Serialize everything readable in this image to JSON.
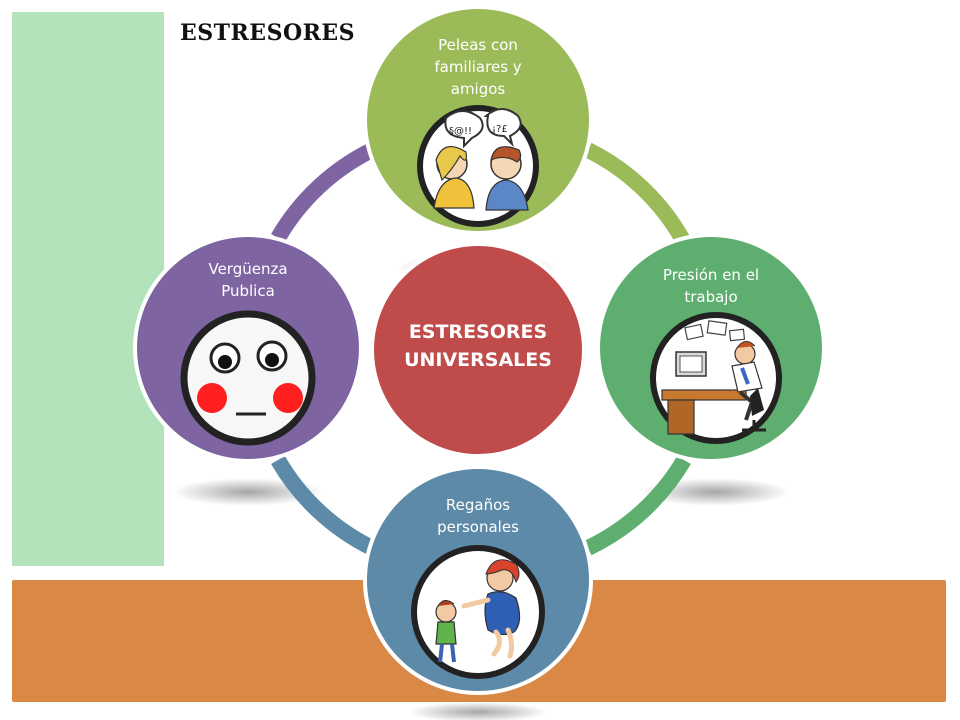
{
  "title": "ESTRESORES",
  "colors": {
    "green_bar": "#b2e3bb",
    "orange_band": "#d98845",
    "center": "#bf4b4b",
    "top_node": "#9bbb59",
    "right_node": "#5eae6f",
    "bottom_node": "#5d8aa9",
    "left_node": "#7f64a2"
  },
  "center": {
    "line1": "ESTRESORES",
    "line2": "UNIVERSALES"
  },
  "nodes": {
    "top": {
      "line1": "Peleas con",
      "line2": "familiares y",
      "line3": "amigos",
      "icon": "arguing-people-icon"
    },
    "right": {
      "line1": "Presión en el",
      "line2": "trabajo",
      "icon": "stressed-office-worker-icon"
    },
    "bottom": {
      "line1": "Regaños",
      "line2": "personales",
      "icon": "scolding-mother-child-icon"
    },
    "left": {
      "line1": "Vergüenza",
      "line2": "Publica",
      "icon": "blushing-face-icon"
    }
  }
}
